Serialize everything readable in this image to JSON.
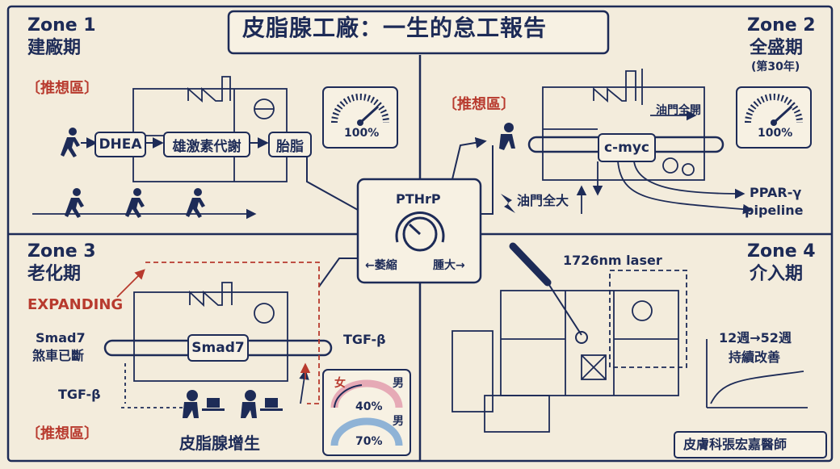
{
  "title": "皮脂腺工廠：一生的怠工報告",
  "zone1": {
    "name": "Zone 1",
    "phase": "建廠期",
    "tag": "〔推想區〕",
    "chain": [
      "DHEA",
      "雄激素代謝",
      "胎脂"
    ],
    "gauge": "100%"
  },
  "zone2": {
    "name": "Zone 2",
    "phase": "全盛期",
    "sub": "(第30年)",
    "tag": "〔推想區〕",
    "gauge": "100%",
    "oil_open": "油門全開",
    "core": "c-myc",
    "oil_max": "油門全大",
    "pparg": "PPAR-γ",
    "pipeline": "pipeline"
  },
  "center": {
    "name": "PTHrP",
    "left": "←萎縮",
    "right": "腫大→"
  },
  "zone3": {
    "name": "Zone 3",
    "phase": "老化期",
    "expanding": "EXPANDING",
    "smad_label": "Smad7",
    "brake": "煞車已斷",
    "core": "Smad7",
    "tgf_left": "TGF-β",
    "tgf_right": "TGF-β",
    "tag": "〔推想區〕",
    "bottom": "皮脂腺增生",
    "female": "女",
    "male": "男",
    "male2": "男",
    "pct1": "40%",
    "pct2": "70%"
  },
  "zone4": {
    "name": "Zone 4",
    "phase": "介入期",
    "laser": "1726nm laser",
    "weeks": "12週→52週",
    "improve": "持續改善"
  },
  "credit": "皮膚科張宏嘉醫師",
  "colors": {
    "ink": "#1d2b57",
    "paper": "#f3ecdc",
    "accent": "#b83a2e"
  }
}
